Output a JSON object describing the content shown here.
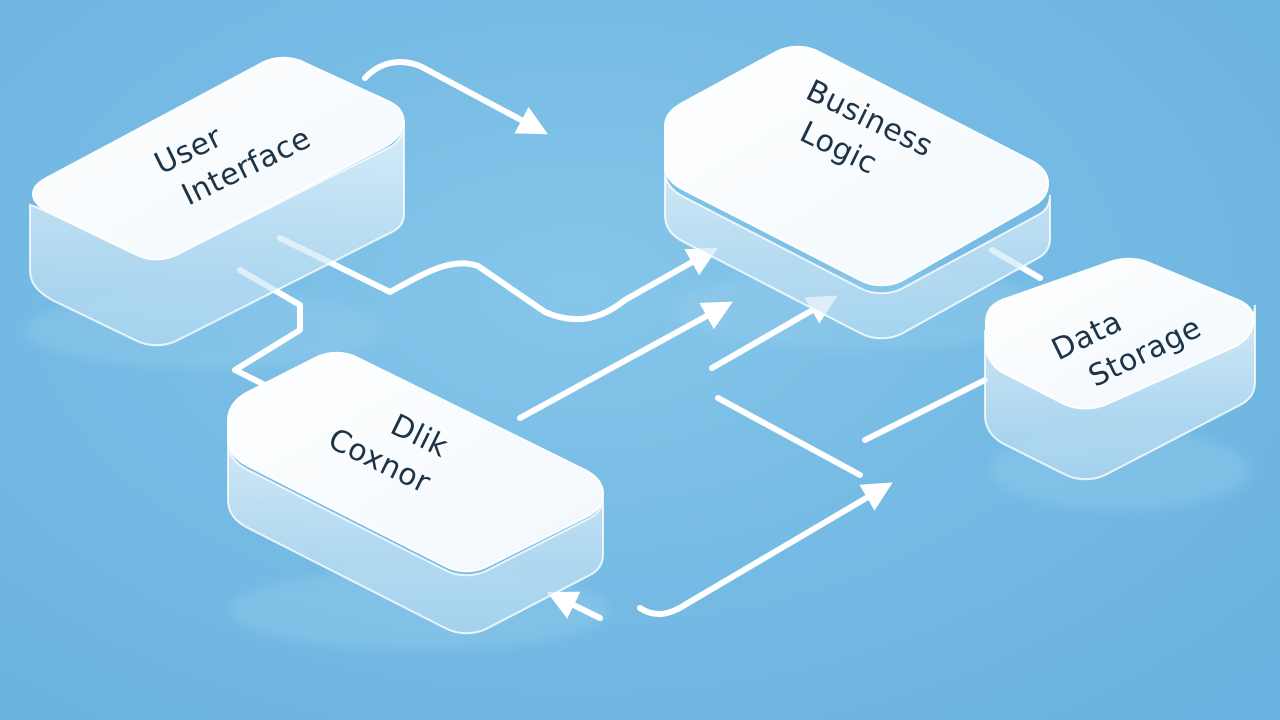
{
  "diagram": {
    "nodes": [
      {
        "id": "user-interface",
        "line1": "User",
        "line2": "Interface"
      },
      {
        "id": "business-logic",
        "line1": "Business",
        "line2": "Logic"
      },
      {
        "id": "data-storage",
        "line1": "Data",
        "line2": "Storage"
      },
      {
        "id": "dlik-coxnor",
        "line1": "Dlik",
        "line2": "Coxnor"
      }
    ]
  }
}
